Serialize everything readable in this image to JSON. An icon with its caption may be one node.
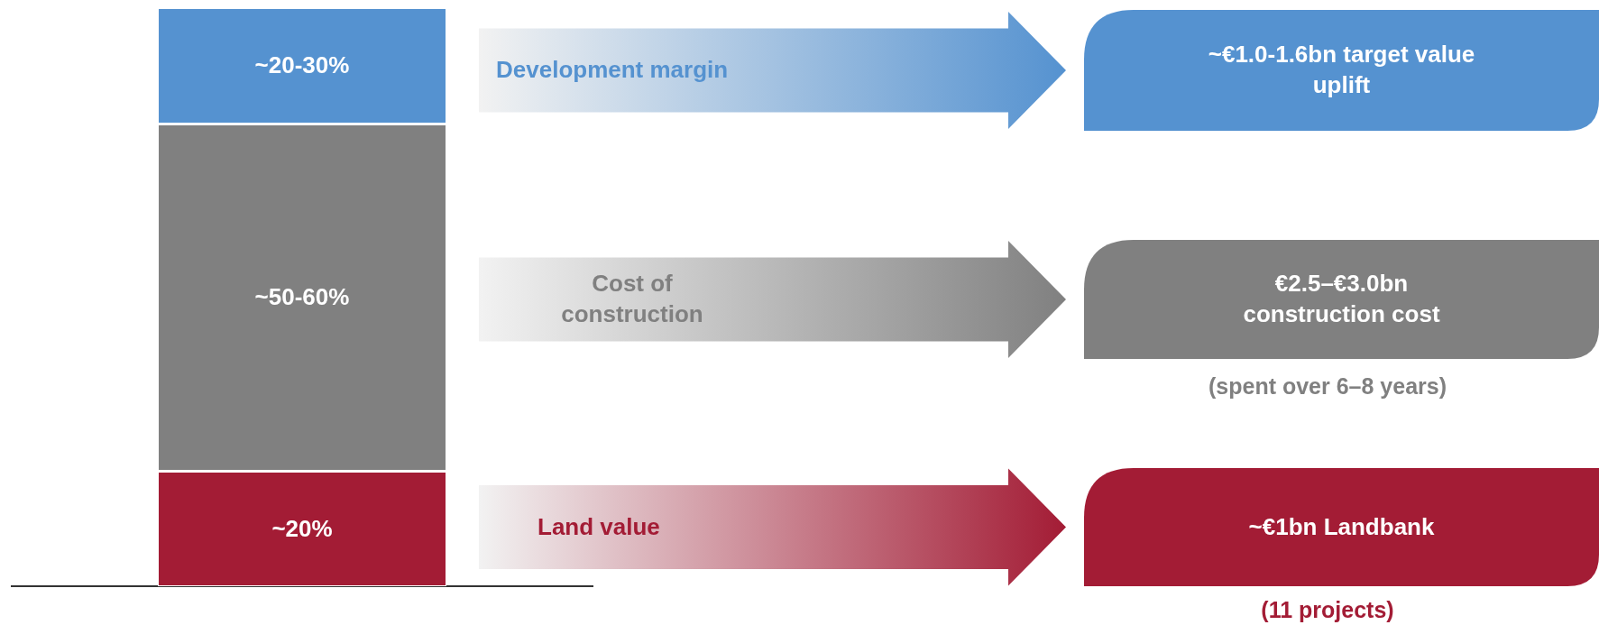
{
  "diagram": {
    "nodes": [
      {
        "text": [
          "~20-30%"
        ]
      },
      {
        "text": [
          "~50-60%"
        ]
      },
      {
        "text": [
          "~20%"
        ]
      },
      {
        "text": [
          "~€1.0-1.6bn target value uplift"
        ]
      },
      {
        "text": [
          "€2.5–€3.0bn construction cost"
        ],
        "beside": [
          "(spent over 6–8 years)"
        ]
      },
      {
        "text": [
          "~€1bn Landbank"
        ],
        "beside": [
          "(11 projects)"
        ]
      }
    ],
    "edges": [
      {
        "from": 0,
        "to": 3,
        "arrow": "to",
        "label": "Development margin",
        "style": "thick",
        "color": "#5592d0"
      },
      {
        "from": 1,
        "to": 4,
        "arrow": "to",
        "label": "Cost of construction",
        "style": "thick",
        "color": "#808080"
      },
      {
        "from": 2,
        "to": 5,
        "arrow": "to",
        "label": "Land value",
        "style": "thick",
        "color": "#a31c35"
      }
    ]
  }
}
